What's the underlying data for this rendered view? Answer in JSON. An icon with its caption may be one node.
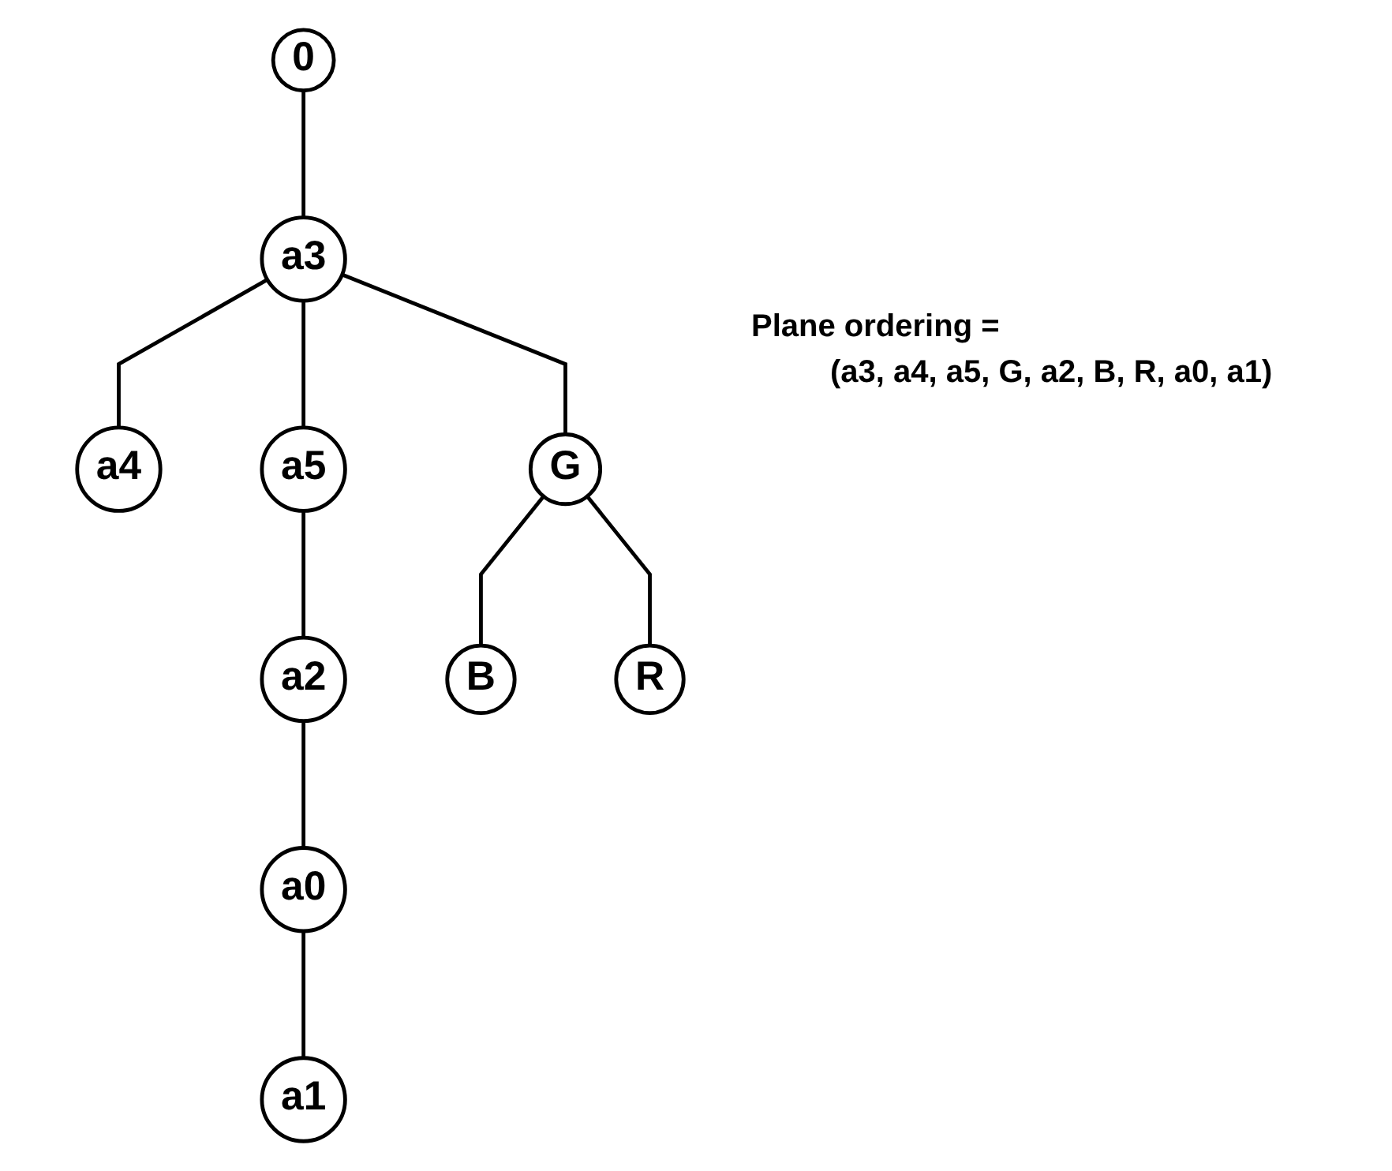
{
  "diagram": {
    "nodes": [
      {
        "text": [
          "0"
        ]
      },
      {
        "text": [
          "a3"
        ]
      },
      {
        "text": [
          "a4"
        ]
      },
      {
        "text": [
          "a5"
        ]
      },
      {
        "text": [
          "G"
        ]
      },
      {
        "text": [
          "a2"
        ]
      },
      {
        "text": [
          "B"
        ]
      },
      {
        "text": [
          "R"
        ]
      },
      {
        "text": [
          "a0"
        ]
      },
      {
        "text": [
          "a1"
        ]
      }
    ],
    "edges": [
      {
        "from": 0,
        "to": 1,
        "arrow": "none"
      },
      {
        "from": 1,
        "to": 2,
        "arrow": "none"
      },
      {
        "from": 1,
        "to": 3,
        "arrow": "none"
      },
      {
        "from": 1,
        "to": 4,
        "arrow": "none"
      },
      {
        "from": 3,
        "to": 5,
        "arrow": "none"
      },
      {
        "from": 4,
        "to": 6,
        "arrow": "none"
      },
      {
        "from": 4,
        "to": 7,
        "arrow": "none"
      },
      {
        "from": 5,
        "to": 8,
        "arrow": "none"
      },
      {
        "from": 8,
        "to": 9,
        "arrow": "none"
      }
    ],
    "labels": [
      "Plane ordering =",
      "(a3, a4, a5, G, a2, B, R, a0, a1)"
    ]
  }
}
